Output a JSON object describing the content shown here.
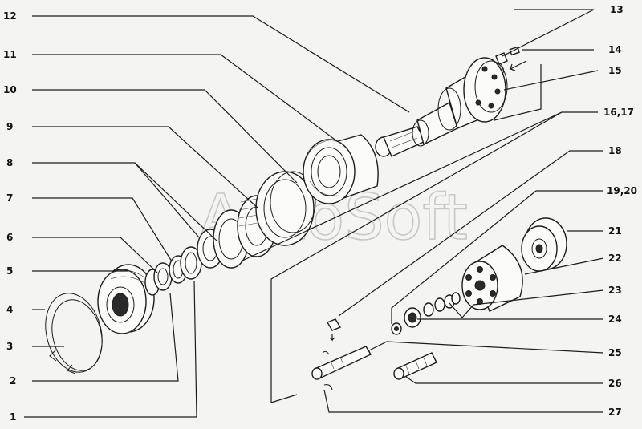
{
  "watermark": "AutoSoft",
  "callouts": {
    "c1": "1",
    "c2": "2",
    "c3": "3",
    "c4": "4",
    "c5": "5",
    "c6": "6",
    "c7": "7",
    "c8": "8",
    "c9": "9",
    "c10": "10",
    "c11": "11",
    "c12": "12",
    "c13": "13",
    "c14": "14",
    "c15": "15",
    "c16_17": "16,17",
    "c18": "18",
    "c19_20": "19,20",
    "c21": "21",
    "c22": "22",
    "c23": "23",
    "c24": "24",
    "c25": "25",
    "c26": "26",
    "c27": "27"
  }
}
